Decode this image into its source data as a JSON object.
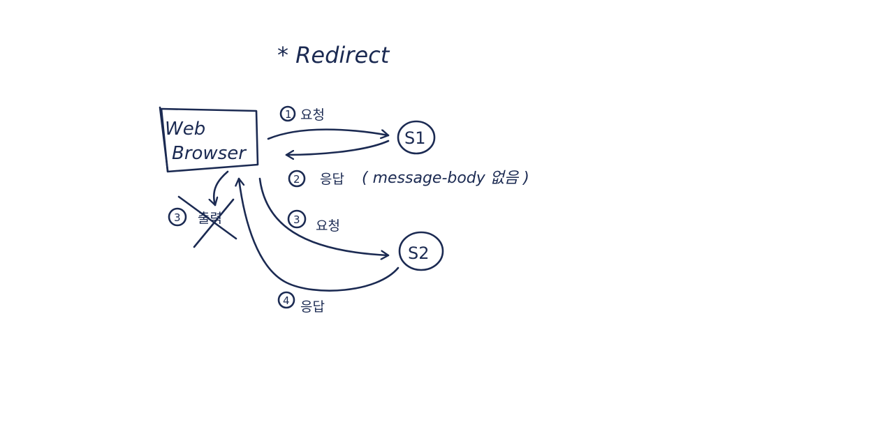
{
  "title": "* Redirect",
  "browser": {
    "line1": "Web",
    "line2": "Browser"
  },
  "servers": {
    "s1": "S1",
    "s2": "S2"
  },
  "steps": [
    {
      "num": "1",
      "label": "요청"
    },
    {
      "num": "2",
      "label": "응답",
      "detail": "( message-body 없음 )"
    },
    {
      "num": "3",
      "label": "출력",
      "crossed_out": true
    },
    {
      "num": "3",
      "label": "요청"
    },
    {
      "num": "4",
      "label": "응답"
    }
  ],
  "colors": {
    "ink": "#1b2a52",
    "background": "#ffffff"
  }
}
